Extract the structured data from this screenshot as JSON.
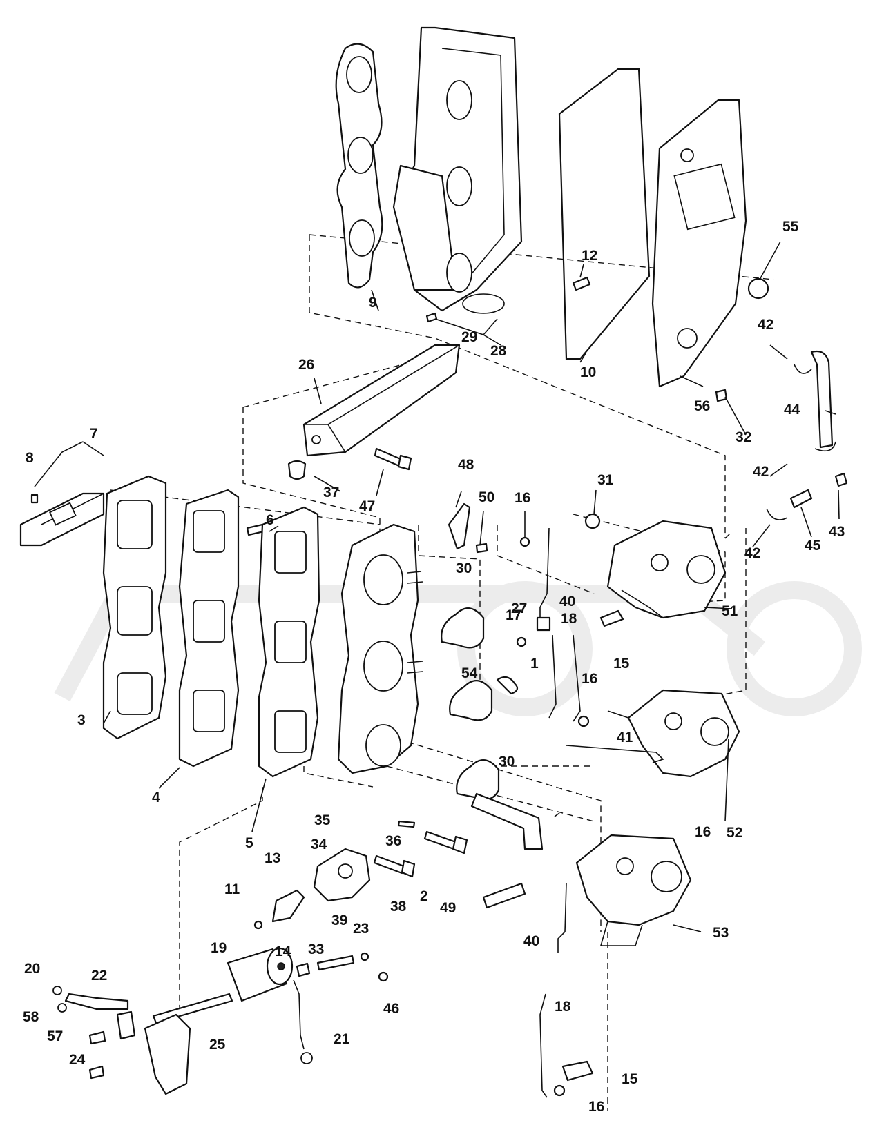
{
  "callouts": {
    "c1": "1",
    "c2": "2",
    "c3": "3",
    "c4": "4",
    "c5": "5",
    "c6": "6",
    "c7": "7",
    "c8": "8",
    "c9": "9",
    "c10": "10",
    "c11": "11",
    "c12": "12",
    "c13": "13",
    "c14": "14",
    "c15a": "15",
    "c15b": "15",
    "c16a": "16",
    "c16b": "16",
    "c16c": "16",
    "c16d": "16",
    "c17": "17",
    "c18a": "18",
    "c18b": "18",
    "c19": "19",
    "c20": "20",
    "c21": "21",
    "c22": "22",
    "c23": "23",
    "c24": "24",
    "c25": "25",
    "c26": "26",
    "c27": "27",
    "c28": "28",
    "c29": "29",
    "c30a": "30",
    "c30b": "30",
    "c31": "31",
    "c32": "32",
    "c33": "33",
    "c34": "34",
    "c35": "35",
    "c36": "36",
    "c37": "37",
    "c38": "38",
    "c39": "39",
    "c40a": "40",
    "c40b": "40",
    "c41": "41",
    "c42a": "42",
    "c42b": "42",
    "c42c": "42",
    "c43": "43",
    "c44": "44",
    "c45": "45",
    "c46": "46",
    "c47": "47",
    "c48": "48",
    "c49": "49",
    "c50": "50",
    "c51": "51",
    "c52": "52",
    "c53": "53",
    "c54": "54",
    "c55": "55",
    "c56": "56",
    "c57": "57",
    "c58": "58"
  },
  "colors": {
    "ink": "#111111",
    "paper": "#ffffff",
    "watermark": "#ececec"
  }
}
